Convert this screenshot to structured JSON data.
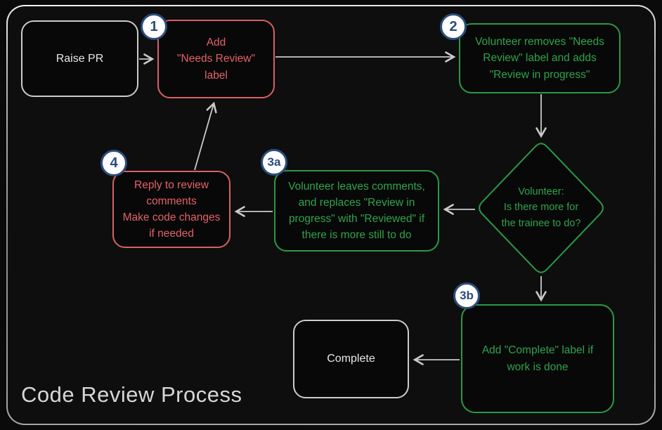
{
  "title": "Code Review Process",
  "colors": {
    "red": "#e2616a",
    "green": "#2fa34c",
    "neutral": "#e8e8e8",
    "badge_blue": "#2b4d7e",
    "arrow": "#c9c9c9",
    "background": "#0e0e0e"
  },
  "nodes": {
    "raise_pr": {
      "label": "Raise PR"
    },
    "step1": {
      "badge": "1",
      "label": "Add\n\"Needs Review\"\nlabel"
    },
    "step2": {
      "badge": "2",
      "label": "Volunteer removes \"Needs\nReview\" label and adds\n\"Review in progress\""
    },
    "decision": {
      "label": "Volunteer:\nIs there more for\nthe trainee to do?"
    },
    "step3a": {
      "badge": "3a",
      "label": "Volunteer leaves comments,\nand replaces \"Review in\nprogress\" with \"Reviewed\" if\nthere is more still to do"
    },
    "step3b": {
      "badge": "3b",
      "label": "Add \"Complete\" label if\nwork is done"
    },
    "step4": {
      "badge": "4",
      "label": "Reply to review\ncomments\nMake code changes\nif needed"
    },
    "complete": {
      "label": "Complete"
    }
  }
}
